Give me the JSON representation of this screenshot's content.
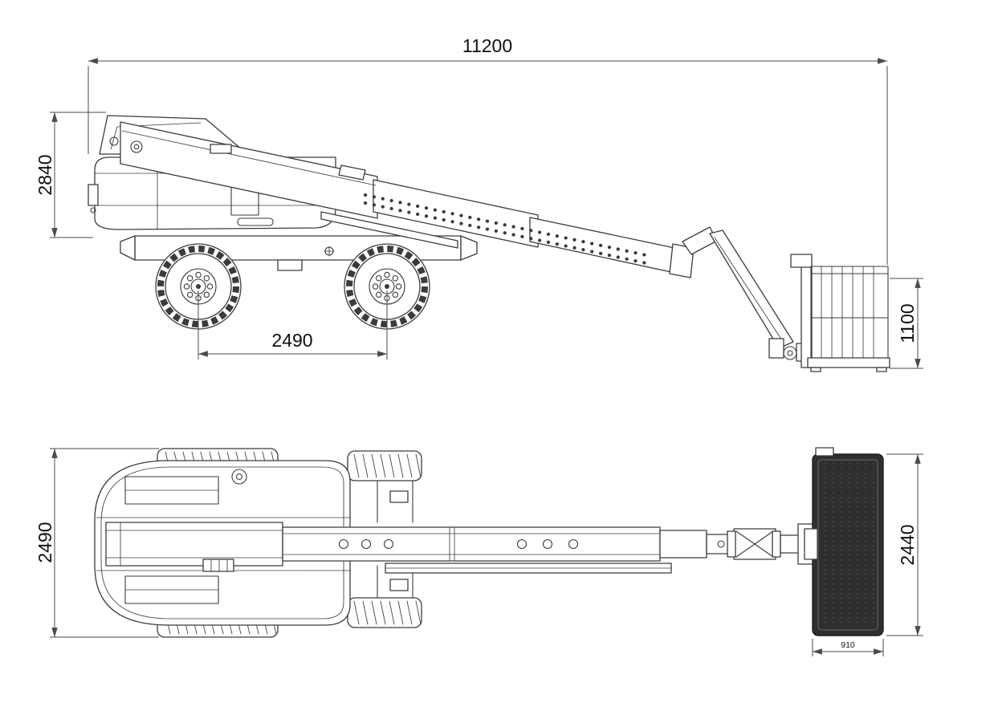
{
  "colors": {
    "background": "#ffffff",
    "linework": "#3b3b3b",
    "dimension_lines": "#4a4a4a",
    "label_text": "#101010",
    "platform_fill": "#2f2f2f"
  },
  "side_view": {
    "dim_overall_length": "11200",
    "dim_overall_height": "2840",
    "dim_wheelbase": "2490",
    "dim_platform_height": "1100"
  },
  "plan_view": {
    "dim_overall_width": "2490",
    "dim_platform_width": "2440",
    "dim_platform_depth": "910"
  }
}
